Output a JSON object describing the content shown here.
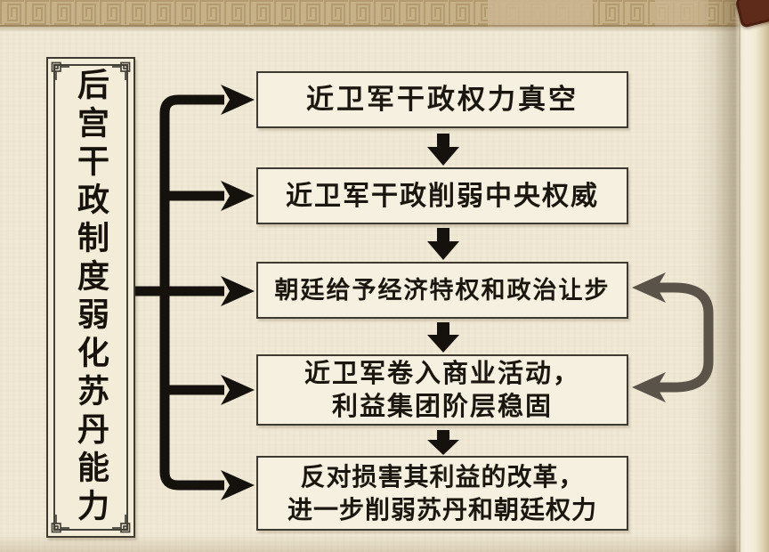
{
  "meta": {
    "kind": "flow-diagram",
    "language": "zh"
  },
  "colors": {
    "page_bg": "#f0e9d6",
    "band_bg": "#c7b189",
    "band_pattern": "#b2986c",
    "box_bg": "#f5f0df",
    "box_border": "#3e3a31",
    "text": "#1b1710",
    "arrow_black": "#15120d",
    "arrow_gray": "#5a5349",
    "corner_piece": "#5e2b1a"
  },
  "title": {
    "text": "后宫干政制度弱化苏丹能力"
  },
  "flow": {
    "boxes": [
      {
        "id": "box1",
        "lines": [
          "近卫军干政权力真空"
        ]
      },
      {
        "id": "box2",
        "lines": [
          "近卫军干政削弱中央权威"
        ]
      },
      {
        "id": "box3",
        "lines": [
          "朝廷给予经济特权和政治让步"
        ]
      },
      {
        "id": "box4",
        "lines": [
          "近卫军卷入商业活动，",
          "利益集团阶层稳固"
        ]
      },
      {
        "id": "box5",
        "lines": [
          "反对损害其利益的改革，",
          "进一步削弱苏丹和朝廷权力"
        ]
      }
    ],
    "edges": [
      {
        "from": "title",
        "to": "box1",
        "type": "branch-arrow",
        "color": "black"
      },
      {
        "from": "title",
        "to": "box2",
        "type": "branch-arrow",
        "color": "black"
      },
      {
        "from": "title",
        "to": "box3",
        "type": "branch-arrow",
        "color": "black"
      },
      {
        "from": "title",
        "to": "box4",
        "type": "branch-arrow",
        "color": "black"
      },
      {
        "from": "title",
        "to": "box5",
        "type": "branch-arrow",
        "color": "black"
      },
      {
        "from": "box1",
        "to": "box2",
        "type": "down-arrow",
        "color": "black"
      },
      {
        "from": "box2",
        "to": "box3",
        "type": "down-arrow",
        "color": "black"
      },
      {
        "from": "box3",
        "to": "box4",
        "type": "down-arrow",
        "color": "black"
      },
      {
        "from": "box4",
        "to": "box5",
        "type": "down-arrow",
        "color": "black"
      },
      {
        "from": "feedback-loop",
        "to": "box3",
        "type": "loop-arrow",
        "color": "gray"
      },
      {
        "from": "feedback-loop",
        "to": "box4",
        "type": "loop-arrow",
        "color": "gray"
      }
    ]
  }
}
